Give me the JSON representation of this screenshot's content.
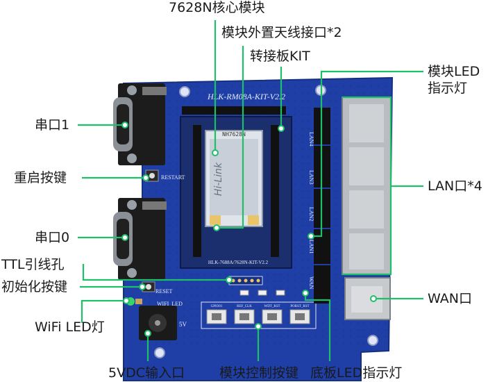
{
  "labels": {
    "top_module": "7628N核心模块",
    "antenna": "模块外置天线接口*2",
    "adapter": "转接板KIT",
    "module_led_line1": "模块LED",
    "module_led_line2": "指示灯",
    "serial1": "串口1",
    "restart_key": "重启按键",
    "serial0": "串口0",
    "ttl": "TTL引线孔",
    "init_key": "初始化按键",
    "wifi_led": "WiFi LED灯",
    "dc_in": "5VDC输入口",
    "module_keys": "模块控制按键",
    "board_led": "底板LED指示灯",
    "lan": "LAN口*4",
    "wan": "WAN口"
  },
  "board": {
    "title": "HLK-RM08A-KIT-V2.2",
    "bottom_text": "HLK-7688A/7628N-KIT-V2.2",
    "restart_silk": "RESTART",
    "reset_silk": "RESET",
    "wifi_led_silk": "WIFI_LED",
    "power_silk": "5V",
    "module_chip": "NH7628N",
    "module_brand": "Hi-Link",
    "lan_silks": [
      "LAN4",
      "LAN3",
      "LAN2",
      "LAN1",
      "WAN"
    ],
    "key_silks": [
      "GPIO01",
      "REF_CLK",
      "WDT_RST",
      "PORST_RST"
    ]
  },
  "colors": {
    "pcb": "#1f3fa6",
    "leader": "#1fbf6a",
    "text": "#1a1a1a"
  }
}
